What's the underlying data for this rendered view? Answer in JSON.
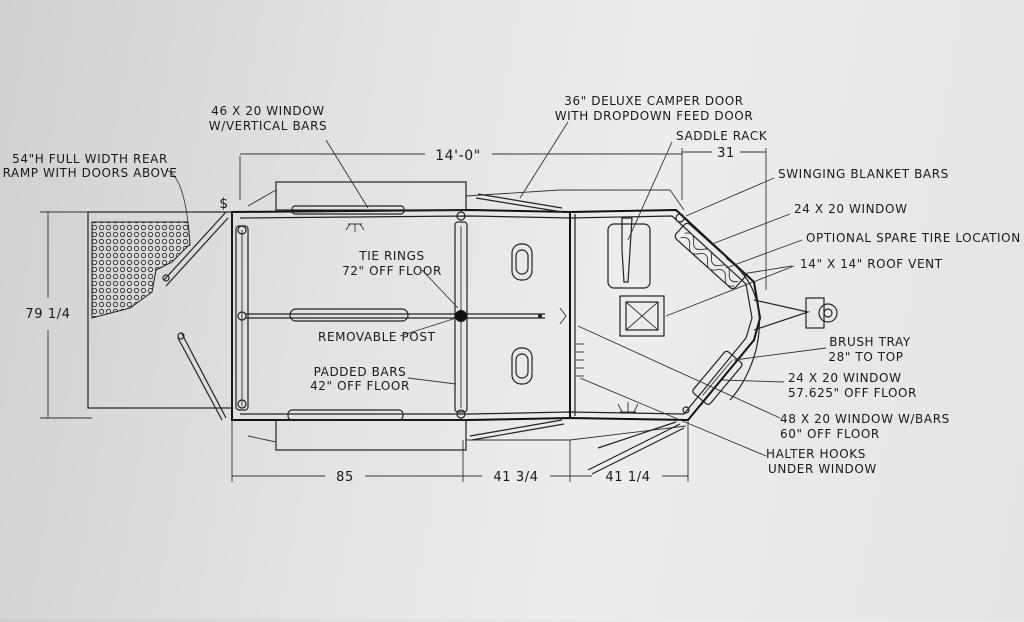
{
  "labels": {
    "rear_ramp_1": "54\"H FULL WIDTH REAR",
    "rear_ramp_2": "RAMP WITH DOORS ABOVE",
    "vertical_window_1": "46 X 20 WINDOW",
    "vertical_window_2": "W/VERTICAL BARS",
    "camper_door_1": "36\" DELUXE CAMPER DOOR",
    "camper_door_2": "WITH DROPDOWN FEED DOOR",
    "saddle_rack": "SADDLE RACK",
    "blanket_bars": "SWINGING BLANKET BARS",
    "window_24x20": "24 X 20 WINDOW",
    "spare_tire": "OPTIONAL SPARE TIRE LOCATION",
    "roof_vent": "14\" X 14\" ROOF VENT",
    "tie_rings_1": "TIE RINGS",
    "tie_rings_2": "72\" OFF FLOOR",
    "removable_post": "REMOVABLE POST",
    "padded_bars_1": "PADDED BARS",
    "padded_bars_2": "42\" OFF FLOOR",
    "brush_tray_1": "BRUSH TRAY",
    "brush_tray_2": "28\" TO TOP",
    "window_24x20_lower_1": "24 X 20 WINDOW",
    "window_24x20_lower_2": "57.625\" OFF FLOOR",
    "window_48x20_1": "48 X 20 WINDOW W/BARS",
    "window_48x20_2": "60\" OFF FLOOR",
    "halter_hooks_1": "HALTER HOOKS",
    "halter_hooks_2": "UNDER WINDOW",
    "dollar_mark": "$"
  },
  "dimensions": {
    "overall_length": "14'-0\"",
    "nose": "31",
    "width": "79 1/4",
    "rear_section": "85",
    "middle_section": "41 3/4",
    "front_section": "41 1/4"
  }
}
